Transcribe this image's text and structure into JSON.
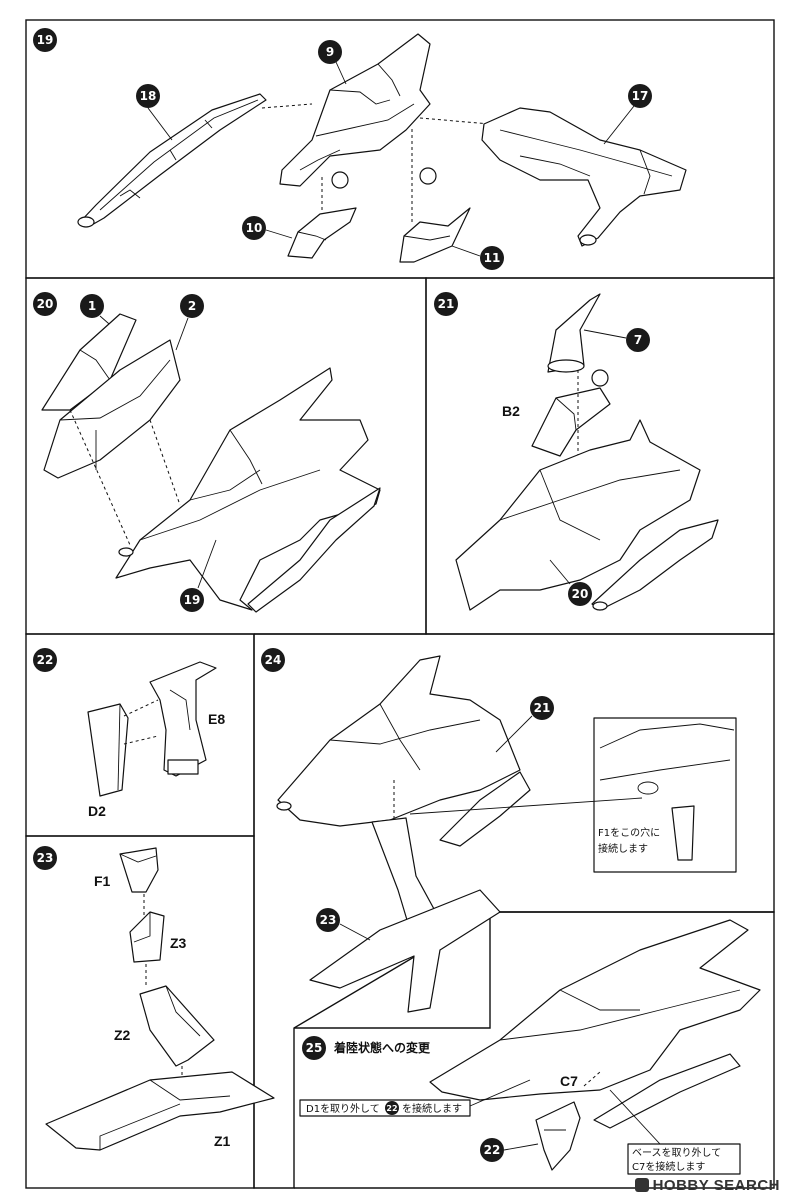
{
  "steps": {
    "s19": {
      "num": "19",
      "callouts": {
        "c18": "18",
        "c9": "9",
        "c17": "17",
        "c10": "10",
        "c11": "11"
      }
    },
    "s20": {
      "num": "20",
      "callouts": {
        "c1": "1",
        "c2": "2",
        "c19": "19"
      }
    },
    "s21": {
      "num": "21",
      "callouts": {
        "c7": "7",
        "c20": "20"
      },
      "label_b2": "B2"
    },
    "s22": {
      "num": "22",
      "label_e8": "E8",
      "label_d2": "D2"
    },
    "s23": {
      "num": "23",
      "label_f1": "F1",
      "label_z3": "Z3",
      "label_z2": "Z2",
      "label_z1": "Z1"
    },
    "s24": {
      "num": "24",
      "callouts": {
        "c21": "21",
        "c23": "23"
      },
      "note_line1": "F1をこの穴に",
      "note_line2": "接続します"
    },
    "s25": {
      "num": "25",
      "title": "着陸状態への変更",
      "note_a_pre": "D1を取り外して",
      "note_a_num": "22",
      "note_a_post": "を接続します",
      "label_c7": "C7",
      "callouts": {
        "c22": "22"
      },
      "note_b_line1": "ベースを取り外して",
      "note_b_line2": "C7を接続します"
    }
  },
  "watermark": {
    "text": "HOBBY SEARCH",
    "icon": "hobby-search-logo-icon"
  },
  "colors": {
    "ink": "#111111",
    "paper": "#ffffff"
  }
}
